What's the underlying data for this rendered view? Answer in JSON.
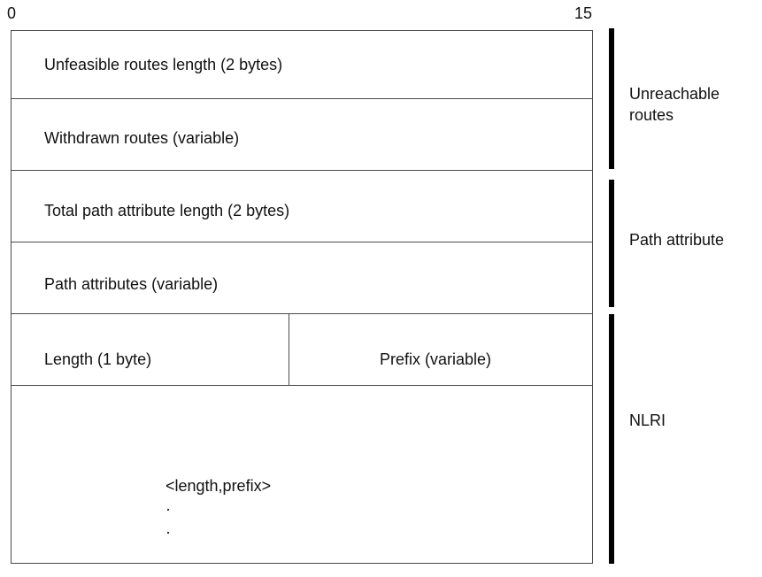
{
  "ruler": {
    "start": "0",
    "end": "15"
  },
  "fields": {
    "unfeasible_routes_length": "Unfeasible routes length (2 bytes)",
    "withdrawn_routes": "Withdrawn routes (variable)",
    "total_path_attribute_length": "Total path attribute length (2 bytes)",
    "path_attributes": "Path attributes (variable)",
    "length": "Length (1 byte)",
    "prefix": "Prefix  (variable)",
    "length_prefix": "<length,prefix>"
  },
  "sections": {
    "unreachable_routes_line1": "Unreachable",
    "unreachable_routes_line2": "routes",
    "path_attribute": "Path attribute",
    "nlri": "NLRI"
  }
}
